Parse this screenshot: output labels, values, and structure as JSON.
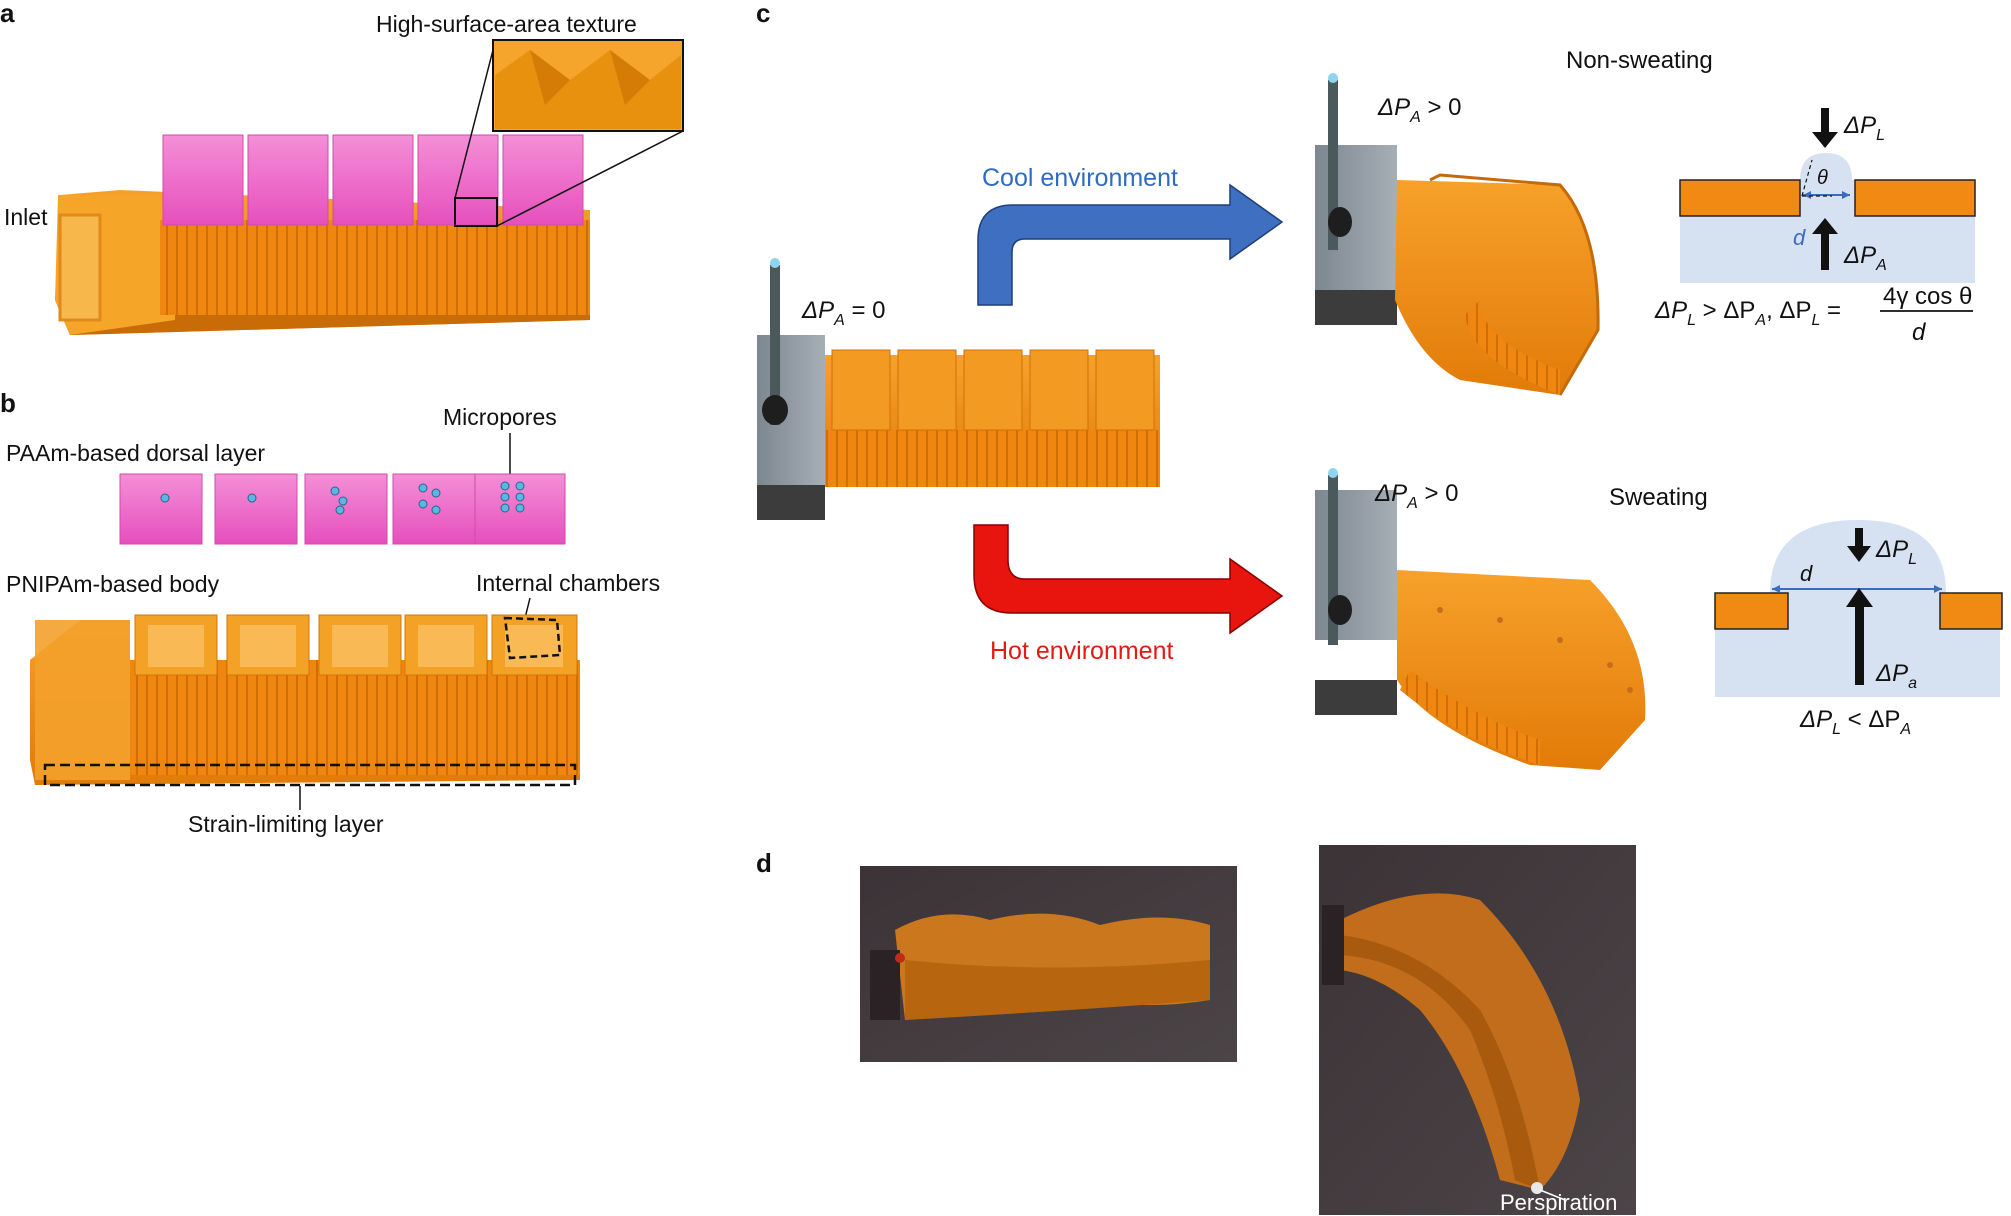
{
  "panels": {
    "a": "a",
    "b": "b",
    "c": "c",
    "d": "d"
  },
  "panel_a": {
    "texture_label": "High-surface-area texture",
    "inlet_label": "Inlet"
  },
  "panel_b": {
    "micropores_label": "Micropores",
    "dorsal_label": "PAAm-based dorsal layer",
    "body_label": "PNIPAm-based body",
    "chambers_label": "Internal chambers",
    "strain_label": "Strain-limiting layer"
  },
  "panel_c": {
    "initial_pressure": {
      "delta": "ΔP",
      "sub": "A",
      "rest": " = 0"
    },
    "cool_label": "Cool environment",
    "hot_label": "Hot environment",
    "top_pressure": {
      "delta": "ΔP",
      "sub": "A",
      "rest": " > 0"
    },
    "bottom_pressure": {
      "delta": "ΔP",
      "sub": "A",
      "rest": " > 0"
    },
    "non_sweating_label": "Non-sweating",
    "sweating_label": "Sweating",
    "non_sweating_inset": {
      "pl": "ΔP",
      "pl_sub": "L",
      "pa": "ΔP",
      "pa_sub": "A",
      "theta": "θ",
      "d": "d",
      "eq_left": "ΔP",
      "eq_l_sub": "L",
      "eq_gt": " > ΔP",
      "eq_a_sub": "A",
      "eq_comma": ", ΔP",
      "eq_l2_sub": "L",
      "eq_eq": " = ",
      "numerator": "4γ cos θ",
      "denominator": "d"
    },
    "sweating_inset": {
      "pl": "ΔP",
      "pl_sub": "L",
      "pa": "ΔP",
      "pa_sub": "a",
      "d": "d",
      "eq_left": "ΔP",
      "eq_l_sub": "L",
      "eq_lt": " < ΔP",
      "eq_a_sub": "A"
    }
  },
  "panel_d": {
    "perspiration_label": "Perspiration"
  },
  "colors": {
    "orange": "#f08a12",
    "orange_dark": "#c46a08",
    "pink": "#ec5cc4",
    "cool_arrow": "#3f6fc0",
    "hot_arrow": "#e8140e",
    "cool_text": "#2f6bc2",
    "hot_text": "#e31b12",
    "inset_bg": "#d6e2f2",
    "grey_block": "#8c96a0"
  }
}
